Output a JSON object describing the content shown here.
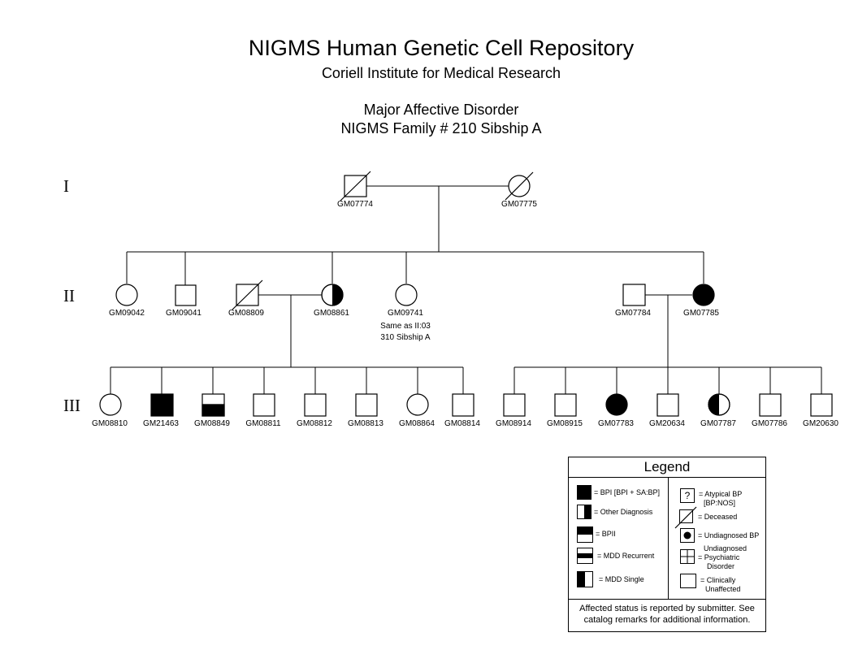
{
  "header": {
    "title": "NIGMS Human Genetic Cell Repository",
    "institute": "Coriell Institute for Medical Research",
    "disorder": "Major Affective Disorder",
    "family": "NIGMS Family # 210 Sibship A"
  },
  "generations": [
    "I",
    "II",
    "III"
  ],
  "individuals": {
    "gm07774": "GM07774",
    "gm07775": "GM07775",
    "gm09042": "GM09042",
    "gm09041": "GM09041",
    "gm08809": "GM08809",
    "gm08861": "GM08861",
    "gm09741": "GM09741",
    "gm07784": "GM07784",
    "gm07785": "GM07785",
    "gm08810": "GM08810",
    "gm21463": "GM21463",
    "gm08849": "GM08849",
    "gm08811": "GM08811",
    "gm08812": "GM08812",
    "gm08813": "GM08813",
    "gm08864": "GM08864",
    "gm08814": "GM08814",
    "gm08914": "GM08914",
    "gm08915": "GM08915",
    "gm07783": "GM07783",
    "gm20634": "GM20634",
    "gm07787": "GM07787",
    "gm07786": "GM07786",
    "gm20630": "GM20630"
  },
  "notes": {
    "gm09741_line1": "Same as II:03",
    "gm09741_line2": "310 Sibship A"
  },
  "legend": {
    "title": "Legend",
    "bpi": "= BPI [BPI + SA:BP]",
    "other": "= Other Diagnosis",
    "bpii": "= BPII",
    "mdd_recurrent": "= MDD Recurrent",
    "mdd_single": "= MDD Single",
    "atypical_mark": "?",
    "atypical_line1": "=  Atypical BP",
    "atypical_line2": "[BP:NOS]",
    "deceased": "= Deceased",
    "undiagnosed_bp": "= Undiagnosed BP",
    "undiag_psych_line1": "Undiagnosed",
    "undiag_psych_line2": "= Psychiatric",
    "undiag_psych_line3": "Disorder",
    "unaffected_line1": "= Clinically",
    "unaffected_line2": "Unaffected",
    "footnote": "Affected status is reported by submitter. See catalog remarks for additional information."
  }
}
